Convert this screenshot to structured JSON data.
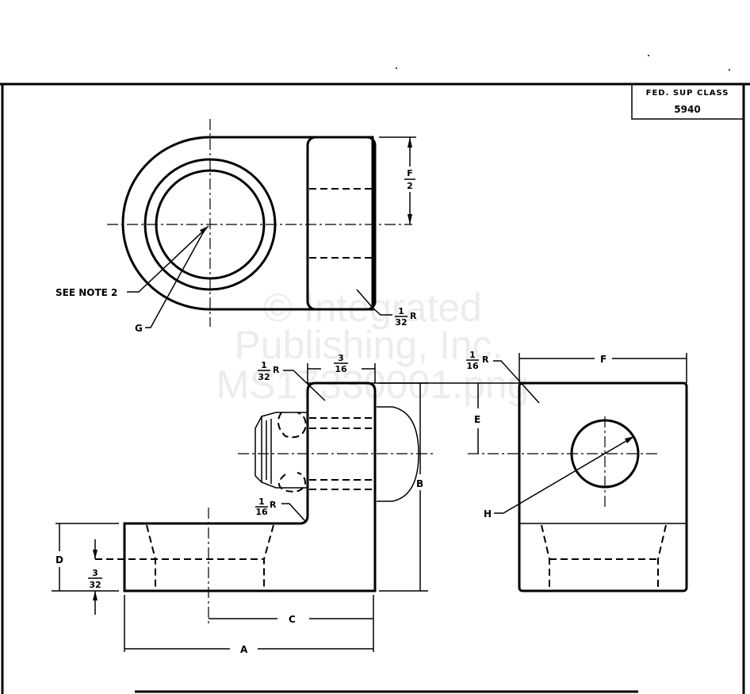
{
  "title_block": {
    "label": "FED. SUP CLASS",
    "value": "5940"
  },
  "watermark": {
    "line1": "© Integrated",
    "line2": "Publishing, Inc.",
    "line3": "MS17330001.png"
  },
  "labels": {
    "see_note": "SEE NOTE 2",
    "g": "G",
    "f": "F",
    "e": "E",
    "h": "H",
    "b": "B",
    "c": "C",
    "a": "A",
    "d": "D",
    "f_half": {
      "num": "F",
      "den": "2"
    },
    "top_radius": {
      "num": "1",
      "den": "32",
      "suffix": "R"
    },
    "front_radius_top": {
      "num": "1",
      "den": "32",
      "suffix": "R"
    },
    "front_thickness": {
      "num": "3",
      "den": "16"
    },
    "front_radius_inner": {
      "num": "1",
      "den": "16",
      "suffix": "R"
    },
    "side_radius": {
      "num": "1",
      "den": "16",
      "suffix": "R"
    },
    "base_offset": {
      "num": "3",
      "den": "32"
    }
  }
}
